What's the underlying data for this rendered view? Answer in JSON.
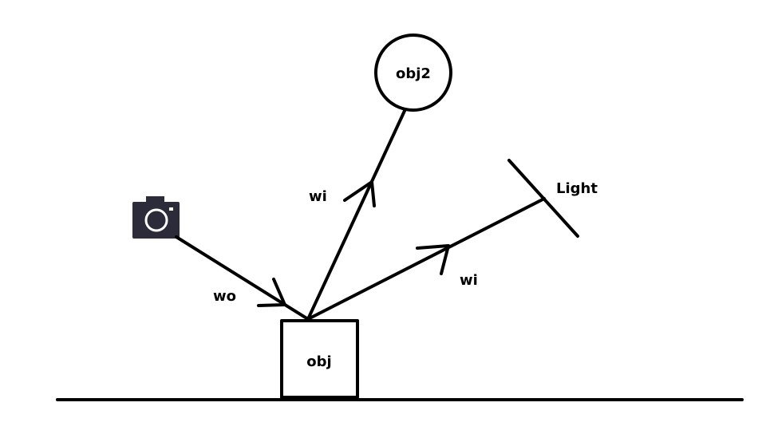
{
  "diagram": {
    "labels": {
      "obj": "obj",
      "obj2": "obj2",
      "light": "Light",
      "wo": "wo",
      "wi_upper": "wi",
      "wi_lower": "wi"
    },
    "icons": {
      "camera": "camera-icon"
    },
    "colors": {
      "ink": "#000000",
      "camera_body": "#2b2b3a",
      "background": "#ffffff"
    }
  }
}
